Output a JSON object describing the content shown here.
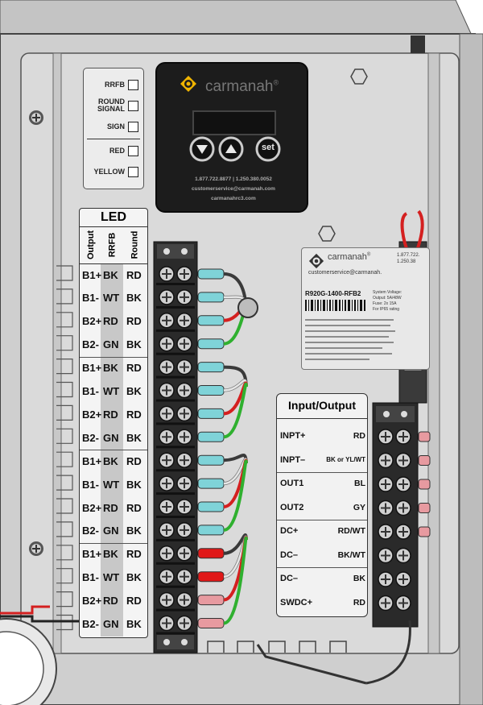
{
  "indicator_card": {
    "rows": [
      "RRFB",
      "ROUND SIGNAL",
      "SIGN",
      "RED",
      "YELLOW"
    ]
  },
  "controller": {
    "brand": "carmanah",
    "trademark": "®",
    "phone": "1.877.722.8877 | 1.250.380.0052",
    "email": "customerservice@carmanah.com",
    "website": "carmanahrc3.com",
    "set_label": "set",
    "down_icon": "down-arrow-icon",
    "up_icon": "up-arrow-icon"
  },
  "led_card": {
    "title": "LED",
    "headers": [
      "Output",
      "RRFB",
      "Round"
    ],
    "rows": [
      [
        "B1+",
        "BK",
        "RD"
      ],
      [
        "B1-",
        "WT",
        "BK"
      ],
      [
        "B2+",
        "RD",
        "RD"
      ],
      [
        "B2-",
        "GN",
        "BK"
      ],
      [
        "B1+",
        "BK",
        "RD"
      ],
      [
        "B1-",
        "WT",
        "BK"
      ],
      [
        "B2+",
        "RD",
        "RD"
      ],
      [
        "B2-",
        "GN",
        "BK"
      ],
      [
        "B1+",
        "BK",
        "RD"
      ],
      [
        "B1-",
        "WT",
        "BK"
      ],
      [
        "B2+",
        "RD",
        "RD"
      ],
      [
        "B2-",
        "GN",
        "BK"
      ],
      [
        "B1+",
        "BK",
        "RD"
      ],
      [
        "B1-",
        "WT",
        "BK"
      ],
      [
        "B2+",
        "RD",
        "RD"
      ],
      [
        "B2-",
        "GN",
        "BK"
      ]
    ]
  },
  "io_card": {
    "title": "Input/Output",
    "rows": [
      [
        "INPT+",
        "RD"
      ],
      [
        "INPT–",
        "BK or YL/WT"
      ],
      [
        "OUT1",
        "BL"
      ],
      [
        "OUT2",
        "GY"
      ],
      [
        "DC+",
        "RD/WT"
      ],
      [
        "DC–",
        "BK/WT"
      ],
      [
        "DC–",
        "BK"
      ],
      [
        "SWDC+",
        "RD"
      ]
    ]
  },
  "product_label": {
    "brand": "carmanah",
    "trademark": "®",
    "phone": "1.877.722.",
    "phone2": "1.250.38",
    "email": "customerservice@carmanah.",
    "model": "R920G-1400-RFB2",
    "spec1": "System Voltage:",
    "spec2": "Output: 5A/48W",
    "spec3": "Fuse: 2x 15A",
    "spec4": "For IP65 rating"
  },
  "colors": {
    "enclosure": "#c9c9c9",
    "panel": "#d8d8d8",
    "controller": "#1c1c1c",
    "brand_yellow": "#f0b400",
    "terminal": "#2a2a2a",
    "cyan_lug": "#7fd3d8",
    "red_lug": "#e01818",
    "pink_lug": "#e79aa0",
    "wire_black": "#3a3a3a",
    "wire_red": "#d42020",
    "wire_green": "#2fb02f",
    "wire_white": "#e6e6e6"
  }
}
